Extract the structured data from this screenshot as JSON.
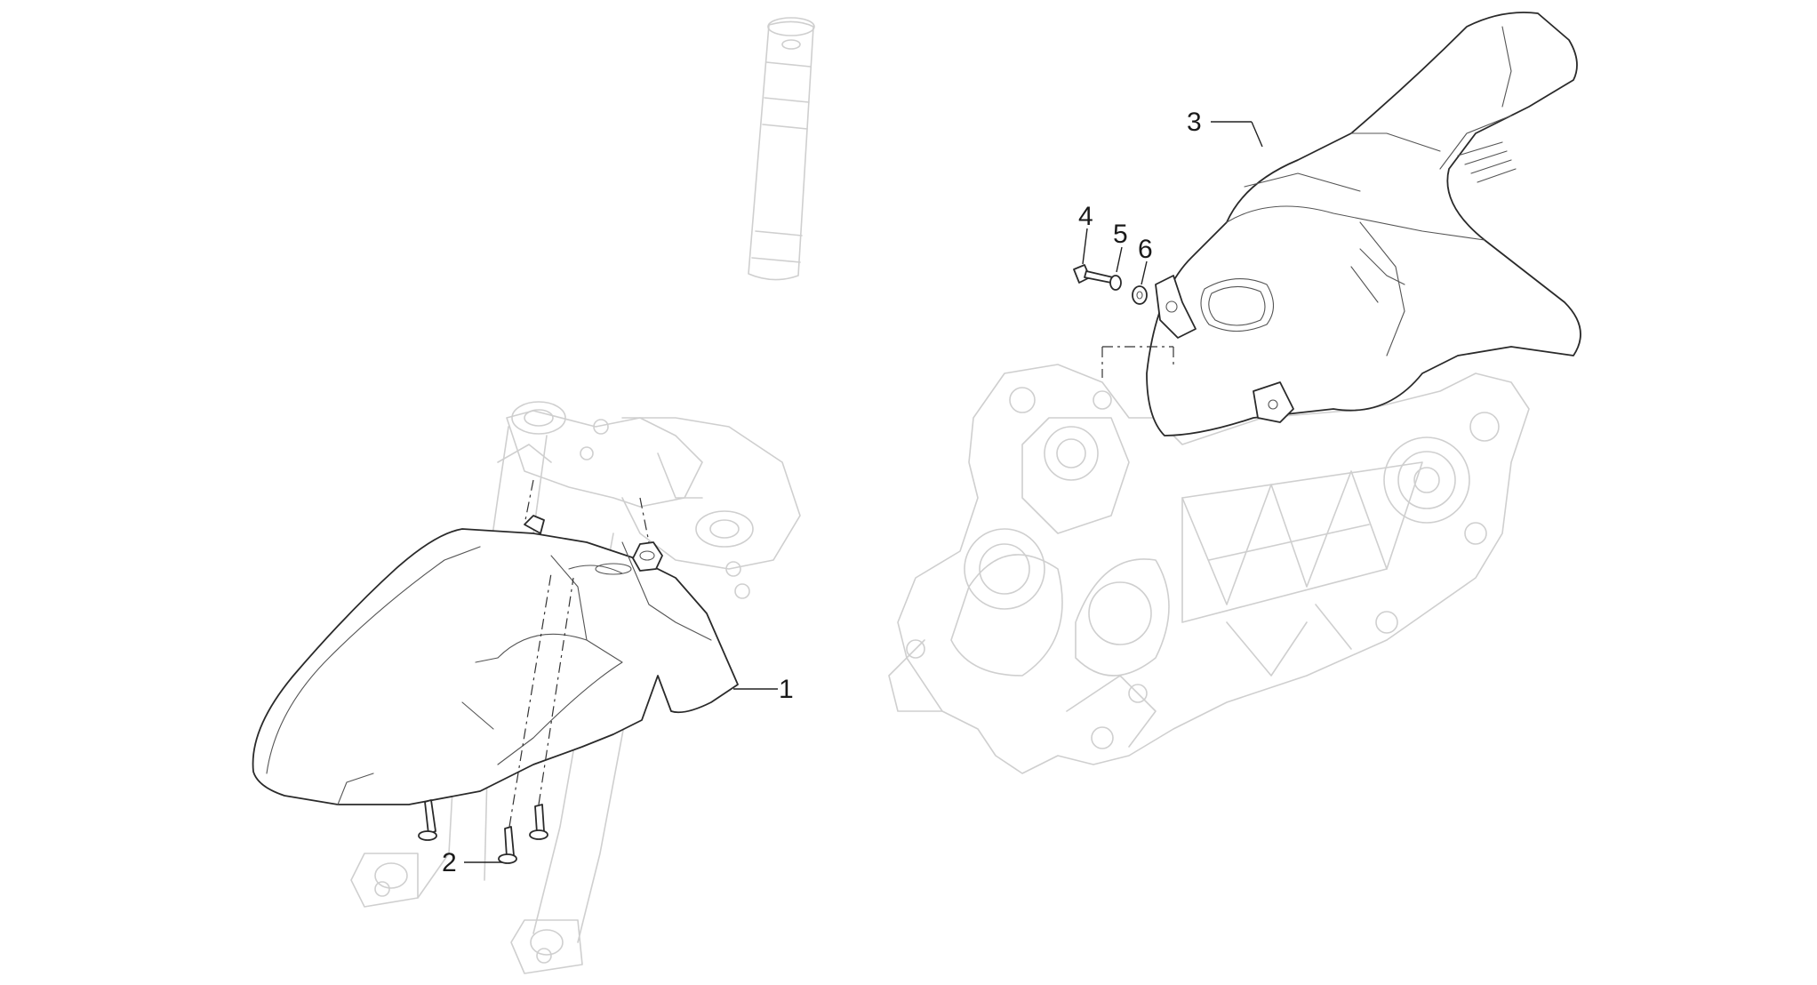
{
  "callouts": [
    {
      "number": "1",
      "part": "front-mudguard"
    },
    {
      "number": "2",
      "part": "screw"
    },
    {
      "number": "3",
      "part": "rear-mudguard"
    },
    {
      "number": "4",
      "part": "bolt"
    },
    {
      "number": "5",
      "part": "spring-washer"
    },
    {
      "number": "6",
      "part": "washer"
    }
  ],
  "colors": {
    "part_outline": "#2a2a2a",
    "ghost_outline": "#cfcfcf",
    "background": "#ffffff"
  }
}
